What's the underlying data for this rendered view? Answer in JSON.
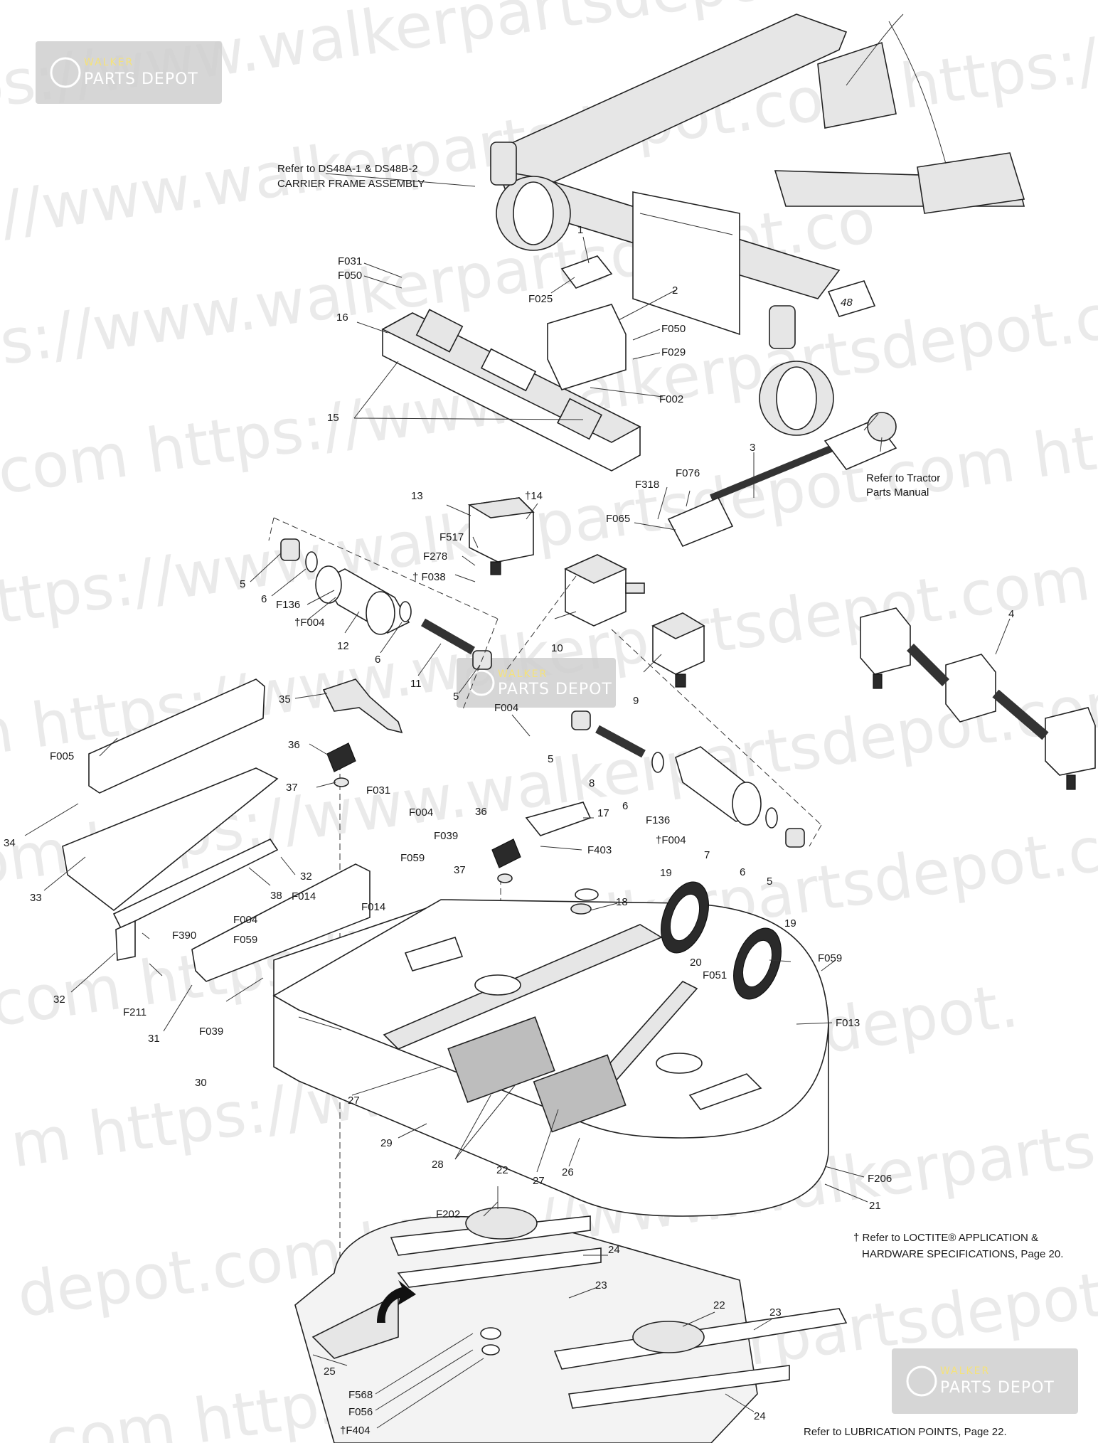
{
  "watermark": {
    "lines": [
      "https://www.walkerpartsdepot.com https:/",
      "ps://www.walkerpartsdepot.com https:/",
      "ttps://www.walkerpartsdepot.co",
      "ot.com https://www.walkerpartsdepot.com https",
      "https://www.walkerpartsdepot.com ht",
      "m https://www.walkerpartsdepot.com",
      "om https://www.walkerpartsdepot.com",
      "com https://www.walkerpartsdepot.com h",
      "m https://www.walkerpartsdepot.",
      "depot.com https://www.walkerpartsdepo",
      "com https://www.walkerpartsdepot.com"
    ],
    "logo": {
      "top": "WALKER",
      "bottom": "PARTS DEPOT"
    }
  },
  "callouts": {
    "c1": "1",
    "c2": "2",
    "c3": "3",
    "c4": "4",
    "c5a": "5",
    "c5b": "5",
    "c5c": "5",
    "c5d": "5",
    "c6a": "6",
    "c6b": "6",
    "c6c": "6",
    "c6d": "6",
    "c7": "7",
    "c8": "8",
    "c9": "9",
    "c10": "10",
    "c11": "11",
    "c12": "12",
    "c13": "13",
    "c14": "†14",
    "c15": "15",
    "c16": "16",
    "c17": "17",
    "c18": "18",
    "c19a": "19",
    "c19b": "19",
    "c20": "20",
    "c21": "21",
    "c22a": "22",
    "c22b": "22",
    "c23a": "23",
    "c23b": "23",
    "c24a": "24",
    "c24b": "24",
    "c25": "25",
    "c26": "26",
    "c27a": "27",
    "c27b": "27",
    "c28": "28",
    "c29": "29",
    "c30": "30",
    "c31": "31",
    "c32a": "32",
    "c32b": "32",
    "c33": "33",
    "c34": "34",
    "c35": "35",
    "c36a": "36",
    "c36b": "36",
    "c37a": "37",
    "c37b": "37",
    "c38": "38",
    "F031a": "F031",
    "F050a": "F050",
    "F025": "F025",
    "F050b": "F050",
    "F029": "F029",
    "F002": "F002",
    "F318": "F318",
    "F076": "F076",
    "F065": "F065",
    "F517": "F517",
    "F278": "F278",
    "F038": "† F038",
    "F136a": "F136",
    "F004a": "†F004",
    "F004b": "F004",
    "F136b": "F136",
    "F004c": "†F004",
    "F403": "F403",
    "F005": "F005",
    "F031b": "F031",
    "F004d": "F004",
    "F039a": "F039",
    "F059a": "F059",
    "F014a": "F014",
    "F014b": "F014",
    "F004e": "F004",
    "F059b": "F059",
    "F390": "F390",
    "F211": "F211",
    "F039b": "F039",
    "F051": "F051",
    "F059c": "F059",
    "F013": "F013",
    "F206": "F206",
    "F202": "F202",
    "F568": "F568",
    "F056": "F056",
    "F404": "†F404"
  },
  "notes": {
    "carrier_line1": "Refer to DS48A-1 & DS48B-2",
    "carrier_line2": "CARRIER FRAME ASSEMBLY",
    "tractor_line1": "Refer to Tractor",
    "tractor_line2": "Parts Manual",
    "loctite_line1": "† Refer to LOCTITE® APPLICATION &",
    "loctite_line2": "HARDWARE SPECIFICATIONS, Page 20.",
    "lubrication": "Refer to LUBRICATION POINTS, Page 22.",
    "frame_badge": "48"
  }
}
